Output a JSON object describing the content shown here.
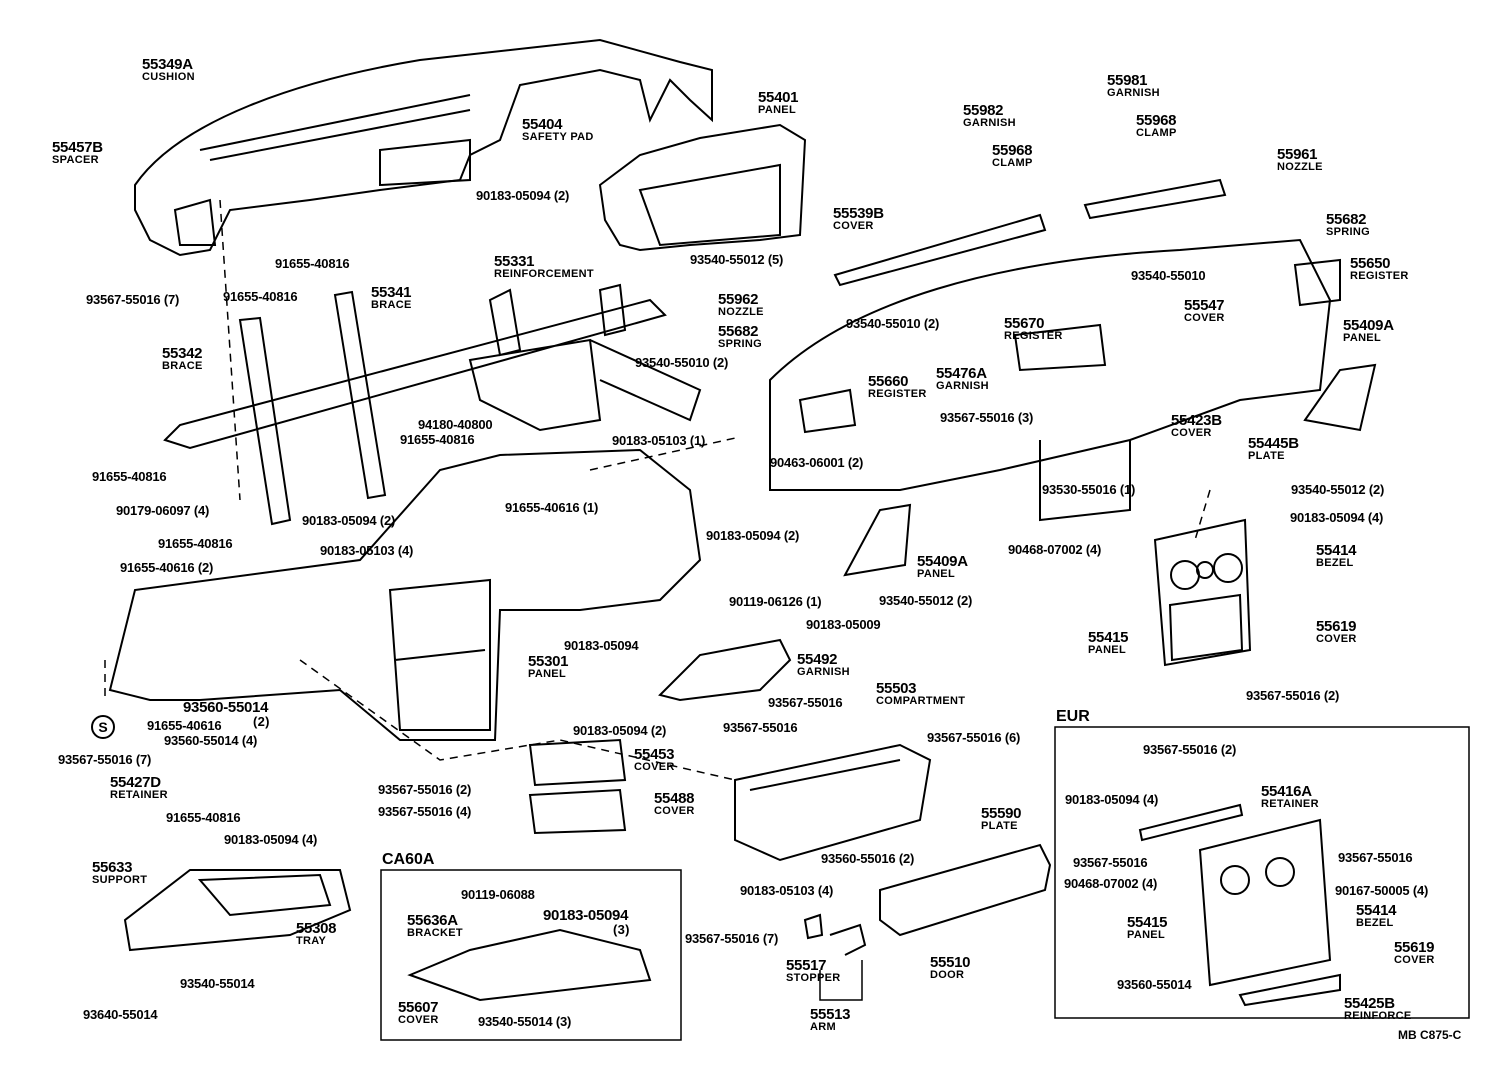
{
  "diagram_code": "MB  C875-C",
  "variants": {
    "ca60a": "CA60A",
    "eur": "EUR"
  },
  "symbols": {
    "s_mark": "S"
  },
  "labels": [
    {
      "num": "55349A",
      "name": "CUSHION"
    },
    {
      "num": "55457B",
      "name": "SPACER"
    },
    {
      "num": "55404",
      "name": "SAFETY PAD"
    },
    {
      "num": "55401",
      "name": "PANEL"
    },
    {
      "num": "90183-05094 (2)",
      "name": ""
    },
    {
      "num": "55539B",
      "name": "COVER"
    },
    {
      "num": "93540-55012 (5)",
      "name": ""
    },
    {
      "num": "93567-55016 (7)",
      "name": ""
    },
    {
      "num": "91655-40816",
      "name": ""
    },
    {
      "num": "91655-40816",
      "name": ""
    },
    {
      "num": "55341",
      "name": "BRACE"
    },
    {
      "num": "55331",
      "name": "REINFORCEMENT"
    },
    {
      "num": "55342",
      "name": "BRACE"
    },
    {
      "num": "93540-55010 (2)",
      "name": ""
    },
    {
      "num": "94180-40800",
      "name": ""
    },
    {
      "num": "91655-40816",
      "name": ""
    },
    {
      "num": "90183-05103 (1)",
      "name": ""
    },
    {
      "num": "91655-40816",
      "name": ""
    },
    {
      "num": "90179-06097 (4)",
      "name": ""
    },
    {
      "num": "91655-40616 (1)",
      "name": ""
    },
    {
      "num": "90183-05094 (2)",
      "name": ""
    },
    {
      "num": "91655-40816",
      "name": ""
    },
    {
      "num": "90183-05103 (4)",
      "name": ""
    },
    {
      "num": "91655-40616 (2)",
      "name": ""
    },
    {
      "num": "55301",
      "name": "PANEL"
    },
    {
      "num": "93560-55014",
      "name": "(2)"
    },
    {
      "num": "91655-40616",
      "name": ""
    },
    {
      "num": "93560-55014 (4)",
      "name": ""
    },
    {
      "num": "93567-55016 (7)",
      "name": ""
    },
    {
      "num": "55427D",
      "name": "RETAINER"
    },
    {
      "num": "91655-40816",
      "name": ""
    },
    {
      "num": "90183-05094 (4)",
      "name": ""
    },
    {
      "num": "55633",
      "name": "SUPPORT"
    },
    {
      "num": "55308",
      "name": "TRAY"
    },
    {
      "num": "93540-55014",
      "name": ""
    },
    {
      "num": "93640-55014",
      "name": ""
    },
    {
      "num": "90183-05094 (2)",
      "name": ""
    },
    {
      "num": "55409A",
      "name": "PANEL"
    },
    {
      "num": "90119-06126 (1)",
      "name": ""
    },
    {
      "num": "93540-55012 (2)",
      "name": ""
    },
    {
      "num": "90183-05009",
      "name": ""
    },
    {
      "num": "90183-05094",
      "name": ""
    },
    {
      "num": "55492",
      "name": "GARNISH"
    },
    {
      "num": "93567-55016",
      "name": ""
    },
    {
      "num": "55503",
      "name": "COMPARTMENT"
    },
    {
      "num": "93567-55016",
      "name": ""
    },
    {
      "num": "90183-05094 (2)",
      "name": ""
    },
    {
      "num": "55453",
      "name": "COVER"
    },
    {
      "num": "93567-55016 (2)",
      "name": ""
    },
    {
      "num": "55488",
      "name": "COVER"
    },
    {
      "num": "93567-55016 (4)",
      "name": ""
    },
    {
      "num": "93567-55016 (6)",
      "name": ""
    },
    {
      "num": "55590",
      "name": "PLATE"
    },
    {
      "num": "93560-55016 (2)",
      "name": ""
    },
    {
      "num": "90183-05103 (4)",
      "name": ""
    },
    {
      "num": "93567-55016 (7)",
      "name": ""
    },
    {
      "num": "55517",
      "name": "STOPPER"
    },
    {
      "num": "55510",
      "name": "DOOR"
    },
    {
      "num": "55513",
      "name": "ARM"
    },
    {
      "num": "90119-06088",
      "name": ""
    },
    {
      "num": "55636A",
      "name": "BRACKET"
    },
    {
      "num": "90183-05094",
      "name": "(3)"
    },
    {
      "num": "55607",
      "name": "COVER"
    },
    {
      "num": "93540-55014 (3)",
      "name": ""
    },
    {
      "num": "55982",
      "name": "GARNISH"
    },
    {
      "num": "55968",
      "name": "CLAMP"
    },
    {
      "num": "55981",
      "name": "GARNISH"
    },
    {
      "num": "55968",
      "name": "CLAMP"
    },
    {
      "num": "55961",
      "name": "NOZZLE"
    },
    {
      "num": "55682",
      "name": "SPRING"
    },
    {
      "num": "93540-55010",
      "name": ""
    },
    {
      "num": "55650",
      "name": "REGISTER"
    },
    {
      "num": "55962",
      "name": "NOZZLE"
    },
    {
      "num": "93540-55010 (2)",
      "name": ""
    },
    {
      "num": "55670",
      "name": "REGISTER"
    },
    {
      "num": "55547",
      "name": "COVER"
    },
    {
      "num": "55409A",
      "name": "PANEL"
    },
    {
      "num": "55682",
      "name": "SPRING"
    },
    {
      "num": "55660",
      "name": "REGISTER"
    },
    {
      "num": "55476A",
      "name": "GARNISH"
    },
    {
      "num": "93567-55016 (3)",
      "name": ""
    },
    {
      "num": "55423B",
      "name": "COVER"
    },
    {
      "num": "55445B",
      "name": "PLATE"
    },
    {
      "num": "90463-06001 (2)",
      "name": ""
    },
    {
      "num": "93530-55016 (1)",
      "name": ""
    },
    {
      "num": "93540-55012 (2)",
      "name": ""
    },
    {
      "num": "90183-05094 (4)",
      "name": ""
    },
    {
      "num": "90468-07002 (4)",
      "name": ""
    },
    {
      "num": "55414",
      "name": "BEZEL"
    },
    {
      "num": "55619",
      "name": "COVER"
    },
    {
      "num": "55415",
      "name": "PANEL"
    },
    {
      "num": "93567-55016 (2)",
      "name": ""
    },
    {
      "num": "93567-55016 (2)",
      "name": ""
    },
    {
      "num": "55416A",
      "name": "RETAINER"
    },
    {
      "num": "90183-05094 (4)",
      "name": ""
    },
    {
      "num": "93567-55016",
      "name": ""
    },
    {
      "num": "93567-55016",
      "name": ""
    },
    {
      "num": "90468-07002 (4)",
      "name": ""
    },
    {
      "num": "90167-50005 (4)",
      "name": ""
    },
    {
      "num": "55414",
      "name": "BEZEL"
    },
    {
      "num": "55415",
      "name": "PANEL"
    },
    {
      "num": "55619",
      "name": "COVER"
    },
    {
      "num": "93560-55014",
      "name": ""
    },
    {
      "num": "55425B",
      "name": "REINFORCE"
    }
  ]
}
